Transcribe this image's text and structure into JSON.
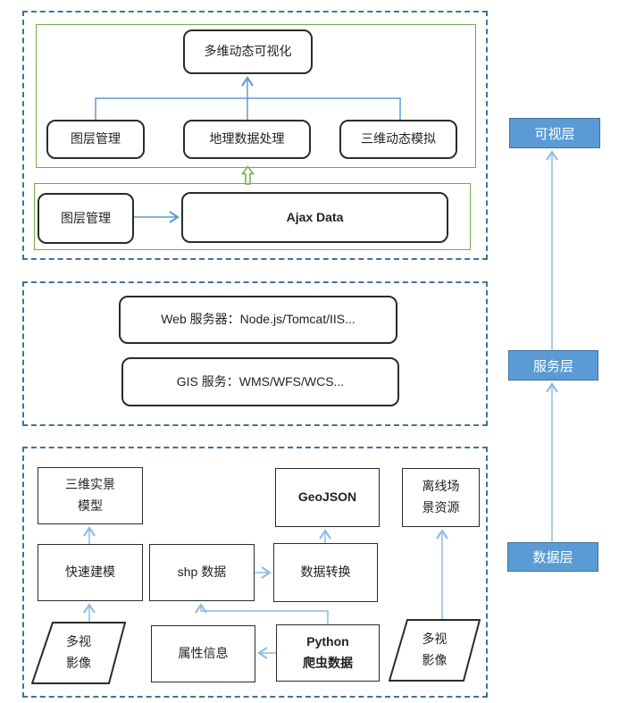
{
  "diagram": {
    "visual_group": {
      "top": "多维动态可视化",
      "modules": [
        "图层管理",
        "地理数据处理",
        "三维动态模拟"
      ],
      "client": "图层管理",
      "ajax": "Ajax Data"
    },
    "service_group": {
      "web_server": "Web 服务器：Node.js/Tomcat/IIS...",
      "gis_service": "GIS 服务：WMS/WFS/WCS..."
    },
    "data_group": {
      "realistic_model": "三维实景\n模型",
      "geojson": "GeoJSON",
      "offline_scene": "离线场\n景资源",
      "rapid_modeling": "快速建模",
      "shp_data": "shp 数据",
      "data_convert": "数据转换",
      "multiview_left": "多视\n影像",
      "attribute_info": "属性信息",
      "python_crawler": "Python\n爬虫数据",
      "multiview_right": "多视\n影像"
    },
    "layer_labels": {
      "visual": "可视层",
      "service": "服务层",
      "data": "数据层"
    },
    "colors": {
      "dashed_border": "#41719C",
      "group_border_green": "#70AD47",
      "connector_blue": "#5B9BD5",
      "connector_light_blue": "#8FBBE3",
      "layer_fill": "#5B9BD5",
      "layer_border": "#41719C",
      "node_border": "#2B2B2B"
    }
  }
}
